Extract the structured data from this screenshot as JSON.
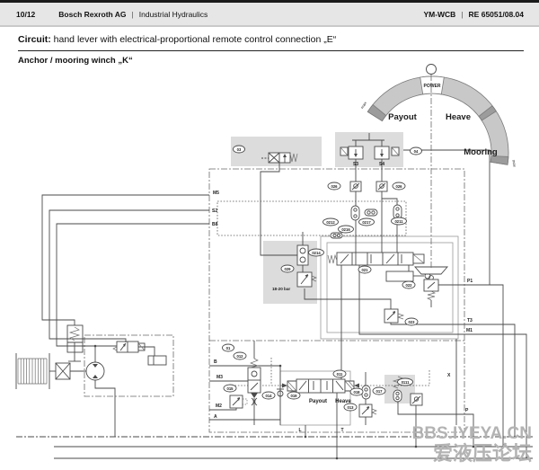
{
  "header": {
    "page": "10/12",
    "sep": "|",
    "brand": "Bosch Rexroth AG",
    "division": "Industrial Hydraulics",
    "product": "YM-WCB",
    "doc": "RE 65051/08.04"
  },
  "title": {
    "label": "Circuit:",
    "text": " hand lever with electrical-proportional remote control connection „E“"
  },
  "subtitle": "Anchor / mooring winch „K“",
  "lever_console": {
    "power": "POWER",
    "payout": "Payout",
    "heave": "Heave",
    "mooring": "Mooring",
    "max_left": "max",
    "max_right": "max"
  },
  "valve_labels": {
    "payout": "Payout",
    "heave": "Heave",
    "pressure_range": "18-20 bar"
  },
  "ports": {
    "m5": "M5",
    "s2": "S2",
    "b8": "B8",
    "s3": "S3",
    "s4": "S4",
    "b": "B",
    "m3": "M3",
    "m2": "M2",
    "a": "A",
    "p1": "P1",
    "t3": "T3",
    "m1": "M1",
    "x": "X",
    "p": "P",
    "l": "L",
    "t": "T"
  },
  "refs": {
    "r03": "03",
    "r04": "04",
    "r026a": "026",
    "r026b": "026",
    "r0212": "0212",
    "r0217": "0217",
    "r0211": "0211",
    "r0216": "0216",
    "r0214": "0214",
    "r029": "029",
    "r021": "021",
    "r022": "022",
    "r023": "023",
    "r01": "01",
    "r012": "012",
    "r015": "015",
    "r014": "014",
    "r019": "019",
    "r011": "011",
    "r018": "018",
    "r013": "013",
    "r017": "017",
    "r0111": "0111"
  },
  "watermark": {
    "line1": "BBS.IYEYA.CN",
    "line2": "爱液压论坛"
  },
  "colors": {
    "accent_gray": "#dcdcdc",
    "line": "#4a4a4a",
    "watermark": "#b3b3b3"
  }
}
